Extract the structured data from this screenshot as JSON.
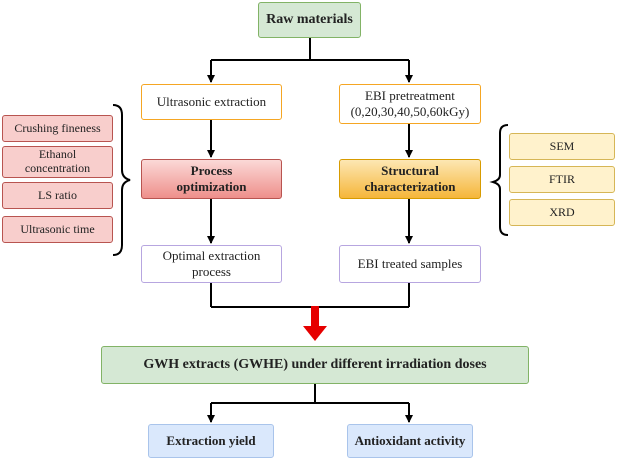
{
  "diagram": {
    "raw_materials": "Raw materials",
    "ultrasonic_extraction": "Ultrasonic extraction",
    "ebi_pretreatment_line1": "EBI pretreatment",
    "ebi_pretreatment_line2": "(0,20,30,40,50,60kGy)",
    "process_optimization_line1": "Process",
    "process_optimization_line2": "optimization",
    "structural_characterization_line1": "Structural",
    "structural_characterization_line2": "characterization",
    "optimal_extraction_line1": "Optimal extraction",
    "optimal_extraction_line2": "process",
    "ebi_treated_samples": "EBI treated samples",
    "gwh_extracts": "GWH extracts (GWHE) under different irradiation doses",
    "extraction_yield": "Extraction yield",
    "antioxidant_activity": "Antioxidant activity",
    "factors": {
      "crushing_fineness": "Crushing fineness",
      "ethanol_line1": "Ethanol",
      "ethanol_line2": "concentration",
      "ls_ratio": "LS ratio",
      "ultrasonic_time": "Ultrasonic time"
    },
    "techniques": {
      "sem": "SEM",
      "ftir": "FTIR",
      "xrd": "XRD"
    }
  },
  "colors": {
    "green_fill": "#d5e8d4",
    "green_border": "#82b366",
    "red_fill": "#f8cecc",
    "red_border": "#b85450",
    "orange_border": "#f5a623",
    "purple_border": "#9673a6",
    "yellow_fill": "#fff2cc",
    "yellow_border": "#d6b656",
    "blue_fill": "#dae8fc",
    "blue_border": "#6c8ebf",
    "arrow_red": "#e60000"
  }
}
